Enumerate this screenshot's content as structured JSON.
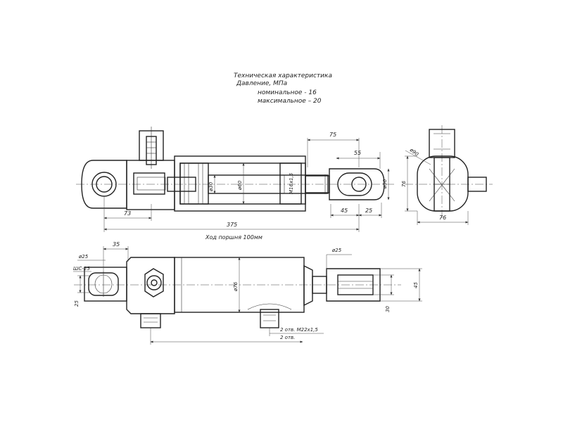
{
  "specs": {
    "title": "Техническая характеристика",
    "pressure": "Давление, МПа",
    "nominal": "номинальное  -  16",
    "maximal": "максимальное – 20"
  },
  "dims": {
    "d75_top": "75",
    "d55": "55",
    "d30": "ø30",
    "d60": "ø60",
    "m16": "M16x1,5",
    "d50": "ø50",
    "d45_bottom": "45",
    "d25_bottom": "25",
    "d73": "73",
    "d375": "375",
    "stroke": "Ход поршня 100мм",
    "d90": "ø90",
    "d76_v": "76",
    "d76_h": "76",
    "d25_left": "ø25",
    "d35": "35",
    "sh25": "ШС-25",
    "d25_v": "25",
    "d76_body": "ø76",
    "d25_rod": "ø25",
    "d45_right": "45",
    "d30_right": "30",
    "holes_m22": "2 отв. M22x1,5",
    "holes_2": "2 отв."
  }
}
